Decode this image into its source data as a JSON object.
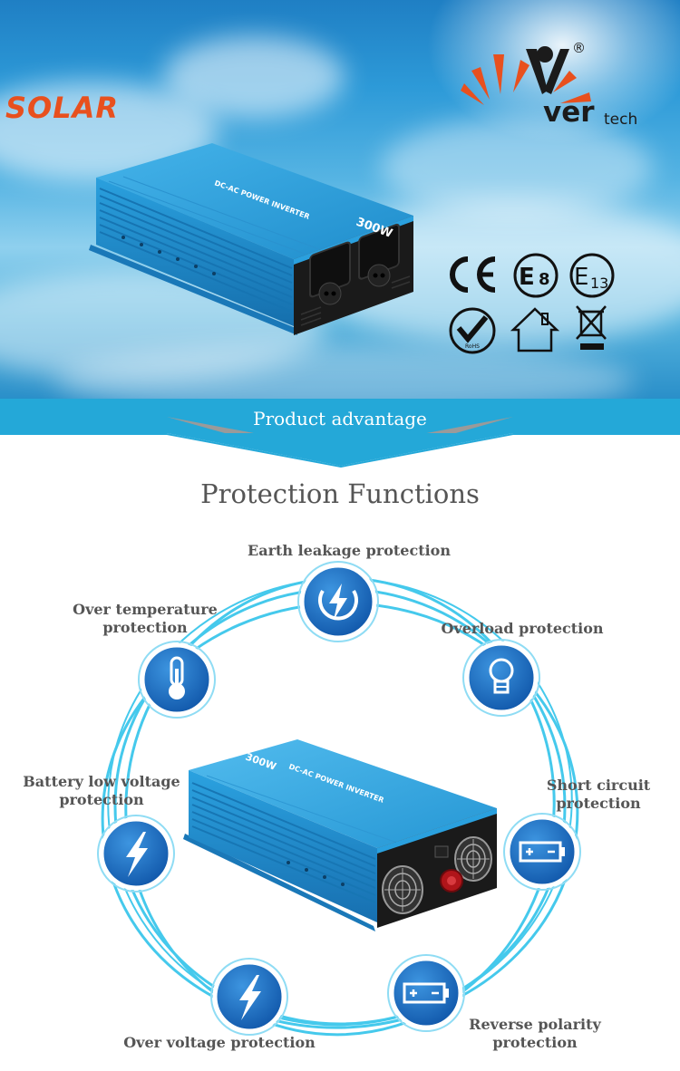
{
  "brand": {
    "solar": "SOLAR",
    "ver": "ver",
    "tech": "tech",
    "registered": "®"
  },
  "certifications": [
    {
      "name": "CE",
      "label": "CE"
    },
    {
      "name": "E8",
      "label": "E8"
    },
    {
      "name": "E13",
      "label": "E13"
    },
    {
      "name": "RoHS",
      "label": "RoHS"
    },
    {
      "name": "house",
      "label": ""
    },
    {
      "name": "weee",
      "label": ""
    }
  ],
  "product_label": "DC-AC POWER INVERTER",
  "product_power": "300W",
  "banner": {
    "title": "Product advantage"
  },
  "section": {
    "title": "Protection Functions"
  },
  "protections": [
    {
      "label_lines": [
        "Earth leakage protection"
      ],
      "icon": "earth-leakage-icon"
    },
    {
      "label_lines": [
        "Overload protection"
      ],
      "icon": "lightbulb-icon"
    },
    {
      "label_lines": [
        "Short circuit",
        "protection"
      ],
      "icon": "battery-icon"
    },
    {
      "label_lines": [
        "Reverse polarity",
        "protection"
      ],
      "icon": "battery-icon"
    },
    {
      "label_lines": [
        "Over voltage protection"
      ],
      "icon": "lightning-icon"
    },
    {
      "label_lines": [
        "Battery low voltage",
        "protection"
      ],
      "icon": "lightning-icon"
    },
    {
      "label_lines": [
        "Over temperature",
        "protection"
      ],
      "icon": "thermometer-icon"
    }
  ],
  "colors": {
    "banner": "#24a8d8",
    "accent_orange": "#e8501e",
    "ring_cyan": "#3fc8ea",
    "icon_blue": "#1d6fc4",
    "inverter_blue": "#1f95d3",
    "text_gray": "#555555"
  }
}
